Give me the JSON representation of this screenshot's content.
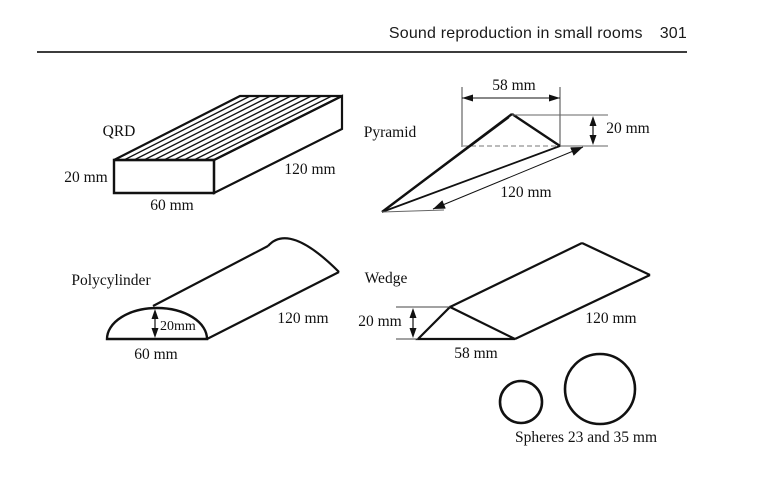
{
  "header": {
    "title": "Sound reproduction in small rooms",
    "page_number": "301"
  },
  "diagram": {
    "qrd": {
      "name": "QRD",
      "depth": "20 mm",
      "width": "60 mm",
      "length": "120 mm"
    },
    "pyramid": {
      "name": "Pyramid",
      "base": "58 mm",
      "height": "20 mm",
      "length": "120 mm"
    },
    "polycylinder": {
      "name": "Polycylinder",
      "height": "20mm",
      "width": "60 mm",
      "length": "120 mm"
    },
    "wedge": {
      "name": "Wedge",
      "height": "20 mm",
      "base": "58 mm",
      "length": "120 mm"
    },
    "spheres": {
      "caption": "Spheres 23 and 35 mm"
    }
  },
  "colors": {
    "line": "#111111",
    "thin_line": "#555555",
    "background": "#ffffff"
  }
}
